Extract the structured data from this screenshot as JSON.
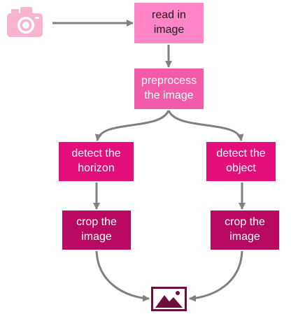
{
  "nodes": {
    "read_image": [
      "read in",
      "image"
    ],
    "preprocess": [
      "preprocess",
      "the image"
    ],
    "detect_horizon": [
      "detect the",
      "horizon"
    ],
    "detect_object": [
      "detect the",
      "object"
    ],
    "crop_left": [
      "crop the",
      "image"
    ],
    "crop_right": [
      "crop the",
      "image"
    ]
  },
  "icons": {
    "input": "camera-icon",
    "output": "image-icon"
  },
  "colors": {
    "read_fill": "#ff85c7",
    "preprocess_fill": "#f25ba8",
    "detect_fill": "#e3107c",
    "crop_fill": "#b80a60",
    "arrow": "#808080",
    "camera": "#f7b3d0",
    "output_icon": "#6b0f3c"
  }
}
